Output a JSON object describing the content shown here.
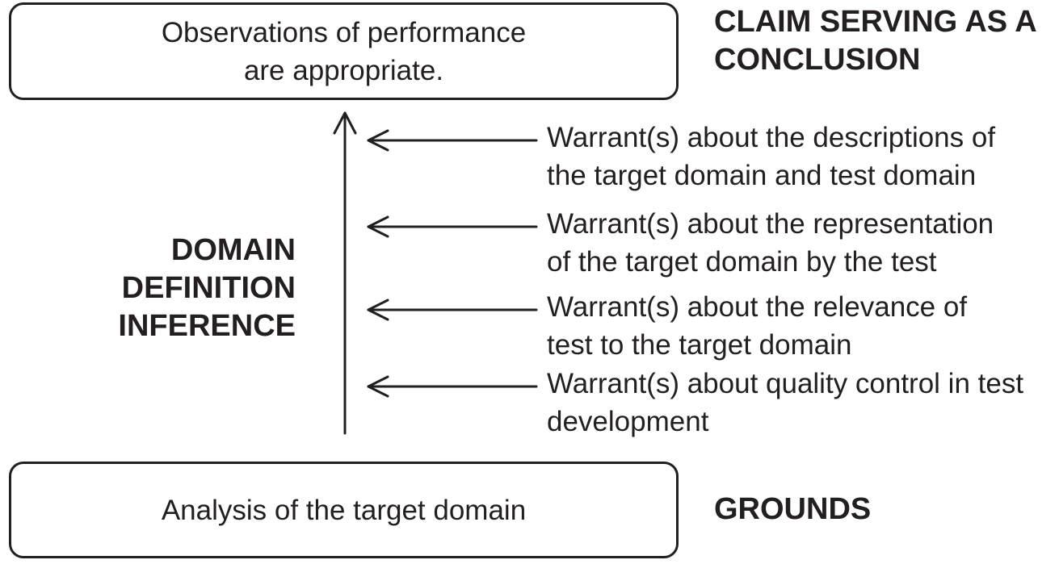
{
  "diagram": {
    "claim_box": {
      "text": "Observations of performance\nare appropriate."
    },
    "claim_label": "CLAIM SERVING AS A\nCONCLUSION",
    "inference_label": "DOMAIN DEFINITION\nINFERENCE",
    "warrants": [
      {
        "text": "Warrant(s) about the descriptions of\nthe target domain and test domain"
      },
      {
        "text": "Warrant(s) about the representation\nof the target domain by the test"
      },
      {
        "text": "Warrant(s) about the relevance of\ntest to the target domain"
      },
      {
        "text": "Warrant(s) about quality control in test\ndevelopment"
      }
    ],
    "grounds_box": {
      "text": "Analysis of the target domain"
    },
    "grounds_label": "GROUNDS",
    "colors": {
      "ink": "#231f20",
      "background": "#ffffff"
    }
  }
}
